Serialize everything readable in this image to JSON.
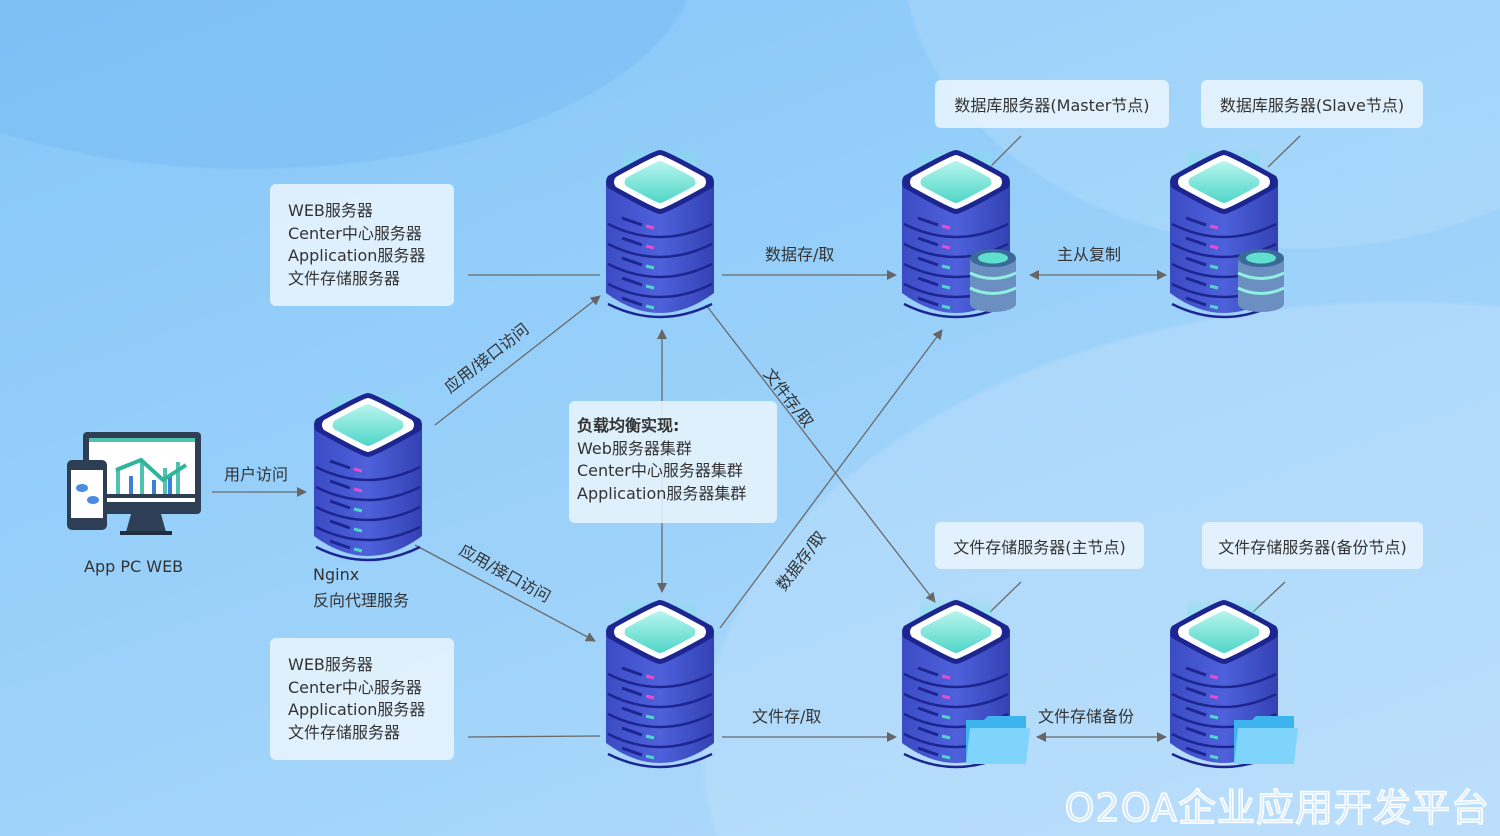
{
  "boxes": {
    "top_group": [
      "WEB服务器",
      "Center中心服务器",
      "Application服务器",
      "文件存储服务器"
    ],
    "bottom_group": [
      "WEB服务器",
      "Center中心服务器",
      "Application服务器",
      "文件存储服务器"
    ],
    "db_master": "数据库服务器(Master节点)",
    "db_slave": "数据库服务器(Slave节点)",
    "file_master": "文件存储服务器(主节点)",
    "file_backup": "文件存储服务器(备份节点)",
    "load_balance": {
      "title": "负载均衡实现:",
      "lines": [
        "Web服务器集群",
        "Center中心服务器集群",
        "Application服务器集群"
      ]
    }
  },
  "labels": {
    "client": "App PC WEB",
    "user_access": "用户访问",
    "nginx": "Nginx",
    "nginx_desc": "反向代理服务",
    "api_access_up": "应用/接口访问",
    "api_access_down": "应用/接口访问",
    "data_rw": "数据存/取",
    "master_slave": "主从复制",
    "file_rw_diag": "文件存/取",
    "data_rw_diag": "数据存/取",
    "file_rw": "文件存/取",
    "file_backup": "文件存储备份"
  },
  "watermark": "O2OA企业应用开发平台",
  "colors": {
    "server": "#3f4fc9",
    "server_top": "#5fe0cf",
    "arrow": "#666666"
  }
}
